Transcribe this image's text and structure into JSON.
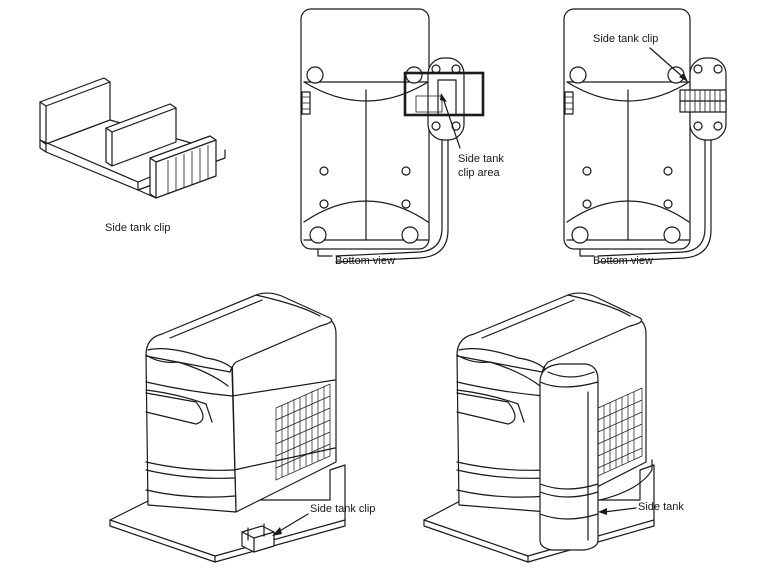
{
  "labels": {
    "clip_caption": "Side tank clip",
    "bottom_view_1": "Bottom view",
    "clip_area_line1": "Side tank",
    "clip_area_line2": "clip area",
    "clip_callout_top": "Side tank clip",
    "bottom_view_2": "Bottom view",
    "clip_callout_bottom": "Side tank clip",
    "side_tank": "Side tank"
  }
}
